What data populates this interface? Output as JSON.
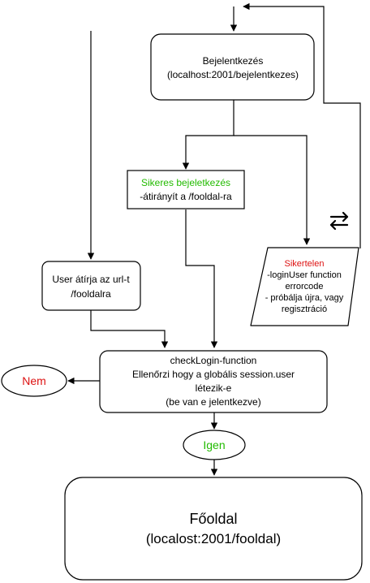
{
  "colors": {
    "line": "#000000",
    "background": "#ffffff",
    "success": "#22bb00",
    "failure": "#dd1111"
  },
  "nodes": {
    "login": {
      "title": "Bejelentkezés",
      "subtitle": "(localhost:2001/bejelentkezes)"
    },
    "success": {
      "title": "Sikeres bejeletkezés",
      "subtitle": "-átirányít a /fooldal-ra"
    },
    "failure": {
      "title": "Sikertelen",
      "line1": "-loginUser function",
      "line2": "errorcode",
      "line3": "- próbálja újra, vagy",
      "line4": "regisztráció"
    },
    "user_url": {
      "line1": "User átírja az url-t",
      "line2": "/fooldalra"
    },
    "check": {
      "line1": "checkLogin-function",
      "line2": "Ellenőrzi hogy a globális session.user",
      "line3": "létezik-e",
      "line4": "(be van e jelentkezve)"
    },
    "no": {
      "label": "Nem"
    },
    "yes": {
      "label": "Igen"
    },
    "home": {
      "title": "Főoldal",
      "subtitle": "(localost:2001/fooldal)"
    }
  },
  "icons": {
    "retry": "repeat-arrows-icon"
  }
}
